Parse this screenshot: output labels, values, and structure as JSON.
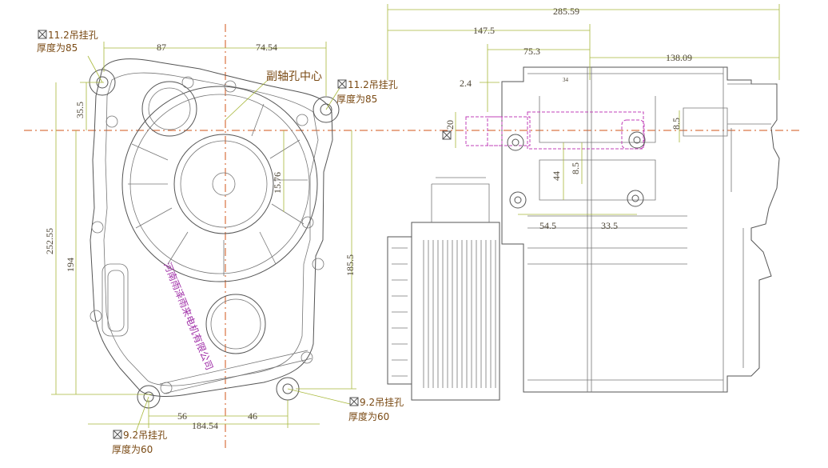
{
  "left_view": {
    "dims": {
      "top_left": "87",
      "top_right": "74.54",
      "left_offset": "35.5",
      "mid_offset": "15.76",
      "left_height": "252.55",
      "inner_height": "194",
      "right_height": "185.5",
      "bottom_total": "184.54",
      "bottom_left": "56",
      "bottom_right": "46"
    },
    "labels": {
      "top_left_hole": "11.2吊挂孔",
      "top_left_thickness": "厚度为85",
      "top_right_hole": "11.2吊挂孔",
      "top_right_thickness": "厚度为85",
      "shaft_center": "副轴孔中心",
      "bottom_left_hole": "9.2吊挂孔",
      "bottom_left_thickness": "厚度为60",
      "bottom_right_hole": "9.2吊挂孔",
      "bottom_right_thickness": "厚度为60"
    },
    "watermark": "河南雨泽雨来电机有限公司"
  },
  "right_view": {
    "dims": {
      "total_width": "285.59",
      "width_a": "147.5",
      "width_b": "75.3",
      "width_c": "138.09",
      "offset_small": "2.4",
      "shaft_dia": "20",
      "right_small": "8.5",
      "height_44": "44",
      "mid_small": "8.5",
      "bottom_a": "54.5",
      "bottom_b": "33.5",
      "tiny_label": "34"
    }
  },
  "colors": {
    "line": "#555555",
    "dimension": "#a8b83a",
    "centerline": "#d2541a",
    "label_text": "#7a4a14",
    "watermark": "#a030a8"
  }
}
